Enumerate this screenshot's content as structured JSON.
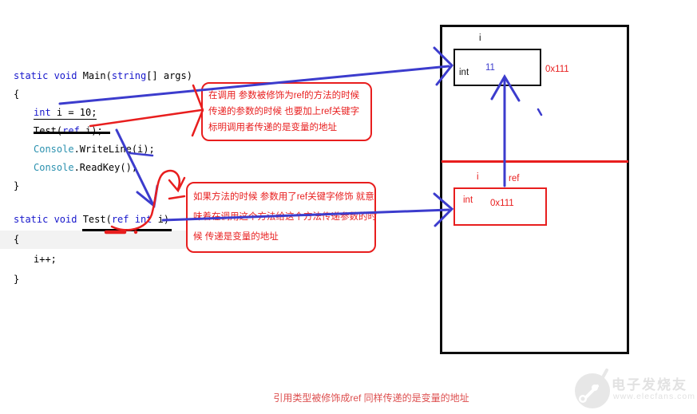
{
  "colors": {
    "keyword_blue": "#1717cc",
    "class_teal": "#2b91af",
    "arrow_blue": "#3c3ccd",
    "annotation_red": "#e81e1e",
    "caption_red": "#dd4f4f",
    "watermark_gray": "#e2e2e2"
  },
  "code": {
    "main": [
      {
        "ind": 0,
        "tok": [
          {
            "t": "static void ",
            "c": "kw"
          },
          {
            "t": "Main(",
            "c": "p"
          },
          {
            "t": "string",
            "c": "kw"
          },
          {
            "t": "[] args)",
            "c": "p"
          }
        ]
      },
      {
        "ind": 0,
        "tok": [
          {
            "t": "{",
            "c": "p"
          }
        ]
      },
      {
        "ind": 1,
        "tok": [
          {
            "t": "int",
            "c": "kw u"
          },
          {
            "t": " i = 10;",
            "c": "p u"
          }
        ]
      },
      {
        "ind": 1,
        "tok": [
          {
            "t": "Test(",
            "c": "p"
          },
          {
            "t": "ref",
            "c": "kw"
          },
          {
            "t": " i);",
            "c": "p"
          }
        ]
      },
      {
        "ind": 1,
        "tok": [
          {
            "t": "Console",
            "c": "cls"
          },
          {
            "t": ".WriteLine(i);",
            "c": "p"
          }
        ]
      },
      {
        "ind": 1,
        "tok": [
          {
            "t": "Console",
            "c": "cls"
          },
          {
            "t": ".ReadKey();",
            "c": "p"
          }
        ]
      },
      {
        "ind": 0,
        "tok": [
          {
            "t": "}",
            "c": "p"
          }
        ]
      }
    ],
    "test": [
      {
        "ind": 0,
        "tok": [
          {
            "t": "static void ",
            "c": "kw"
          },
          {
            "t": "Test(",
            "c": "p"
          },
          {
            "t": "ref int",
            "c": "kw"
          },
          {
            "t": " i)",
            "c": "p"
          }
        ]
      },
      {
        "ind": 0,
        "tok": [
          {
            "t": "{",
            "c": "p"
          }
        ]
      },
      {
        "ind": 1,
        "tok": [
          {
            "t": "i++;",
            "c": "p"
          }
        ]
      },
      {
        "ind": 0,
        "tok": [
          {
            "t": "}",
            "c": "p"
          }
        ]
      }
    ]
  },
  "annotations": {
    "box1": [
      "在调用 参数被修饰为ref的方法的时候",
      "传递的参数的时候 也要加上ref关键字",
      "标明调用者传递的是变量的地址"
    ],
    "box2": [
      "如果方法的时候 参数用了ref关键字修饰 就意",
      "味着在调用这个方法给这个方法传递参数的时",
      "候 传递是变量的地址"
    ]
  },
  "memory": {
    "main_frame": {
      "var_label": "i",
      "type": "int",
      "value": "11",
      "address": "0x111"
    },
    "test_frame": {
      "var_label": "i",
      "ref_label": "ref",
      "type": "int",
      "value": "0x111"
    }
  },
  "caption": "引用类型被修饰成ref  同样传递的是变量的地址",
  "watermark": {
    "name": "电子发烧友",
    "url": "www.elecfans.com"
  }
}
